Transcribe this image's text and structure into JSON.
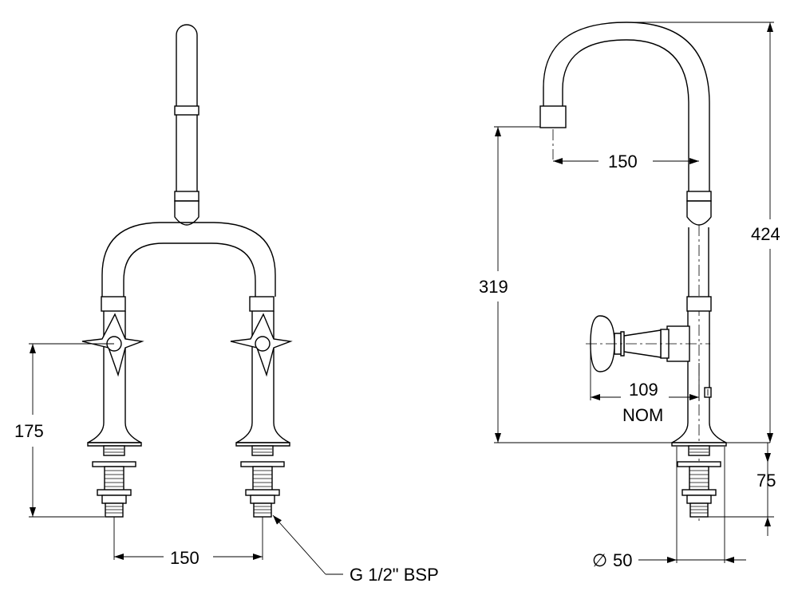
{
  "front_view": {
    "dim_height": "175",
    "dim_spacing": "150",
    "thread_callout": "G 1/2\" BSP"
  },
  "side_view": {
    "dim_reach": "150",
    "dim_outlet_height": "319",
    "dim_overall_height": "424",
    "dim_handle_value": "109",
    "dim_handle_unit": "NOM",
    "dim_shank_length": "75",
    "dim_diameter_symbol": "∅",
    "dim_diameter_value": "50"
  }
}
